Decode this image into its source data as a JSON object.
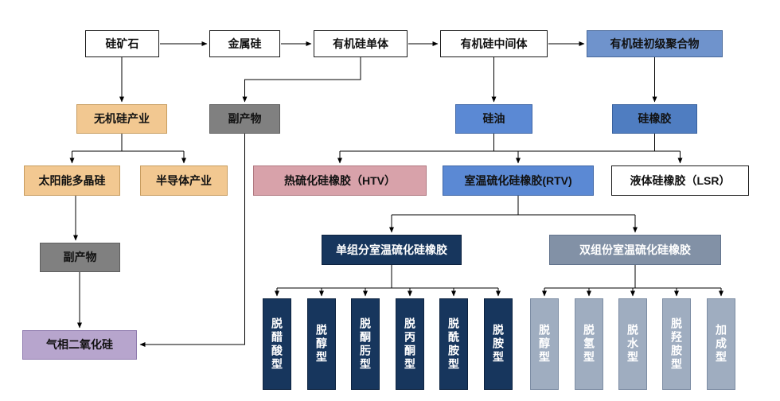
{
  "nodes": {
    "silicon_ore": "硅矿石",
    "metal_silicon": "金属硅",
    "organosilicon_monomer": "有机硅单体",
    "organosilicon_intermediate": "有机硅中间体",
    "organosilicon_primary_polymer": "有机硅初级聚合物",
    "inorganic_silicon_industry": "无机硅产业",
    "byproduct_monomer": "副产物",
    "silicone_oil": "硅油",
    "silicone_rubber": "硅橡胶",
    "solar_polysilicon": "太阳能多晶硅",
    "semiconductor_industry": "半导体产业",
    "htv": "热硫化硅橡胶（HTV）",
    "rtv": "室温硫化硅橡胶(RTV)",
    "lsr": "液体硅橡胶（LSR）",
    "byproduct_solar": "副产物",
    "one_component_rtv": "单组分室温硫化硅橡胶",
    "two_component_rtv": "双组份室温硫化硅橡胶",
    "fumed_silica": "气相二氧化硅"
  },
  "one_component_types": [
    "脱醋酸型",
    "脱醇型",
    "脱酮肟型",
    "脱丙酮型",
    "脱酰胺型",
    "脱胺型"
  ],
  "two_component_types": [
    "脱醇型",
    "脱氢型",
    "脱水型",
    "脱羟胺型",
    "加成型"
  ],
  "edges": [
    "silicon_ore->metal_silicon",
    "metal_silicon->organosilicon_monomer",
    "organosilicon_monomer->organosilicon_intermediate",
    "organosilicon_intermediate->organosilicon_primary_polymer",
    "silicon_ore->inorganic_silicon_industry",
    "organosilicon_monomer->byproduct_monomer",
    "organosilicon_intermediate->silicone_oil",
    "organosilicon_primary_polymer->silicone_rubber",
    "inorganic_silicon_industry->solar_polysilicon",
    "inorganic_silicon_industry->semiconductor_industry",
    "silicone_oil->htv",
    "silicone_oil->rtv",
    "silicone_rubber->rtv",
    "silicone_rubber->lsr",
    "solar_polysilicon->byproduct_solar",
    "byproduct_solar->fumed_silica",
    "byproduct_monomer->fumed_silica",
    "rtv->one_component_rtv",
    "rtv->two_component_rtv",
    "one_component_rtv->one_component_types",
    "two_component_rtv->two_component_types"
  ],
  "palette": {
    "white_box": "#ffffff",
    "tan": "#f2c891",
    "gray": "#808080",
    "blue_soft": "#6f93cc",
    "blue": "#5b89d4",
    "blue_dark": "#4f7dc1",
    "pink": "#d8a2aa",
    "navy": "#17365d",
    "steel": "#8291a6",
    "steel_light": "#9fadc0",
    "lavender": "#b7a5cd",
    "line": "#000000"
  }
}
